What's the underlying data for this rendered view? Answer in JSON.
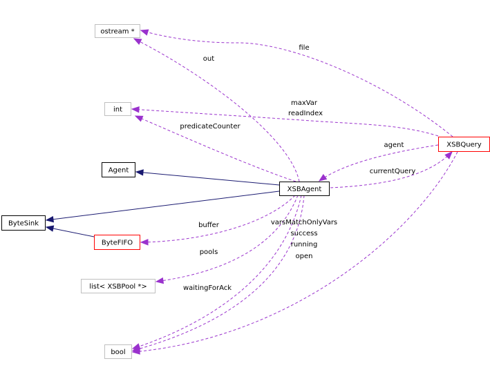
{
  "diagram": {
    "colors": {
      "inheritance": "#191970",
      "usage": "#9a32cd",
      "grey_border": "#bfbfbf",
      "red_border": "#ff0000",
      "focus_fill": "#000000",
      "focus_text": "#ffffff"
    },
    "nodes": [
      {
        "id": "ostream",
        "label": "ostream *",
        "style": "grey"
      },
      {
        "id": "int",
        "label": "int",
        "style": "grey"
      },
      {
        "id": "agent",
        "label": "Agent",
        "style": "black"
      },
      {
        "id": "bytesink",
        "label": "ByteSink",
        "style": "black"
      },
      {
        "id": "bytefifo",
        "label": "ByteFIFO",
        "style": "red"
      },
      {
        "id": "list",
        "label": "list< XSBPool *>",
        "style": "grey"
      },
      {
        "id": "bool",
        "label": "bool",
        "style": "grey"
      },
      {
        "id": "xsbagent",
        "label": "XSBAgent",
        "style": "focus"
      },
      {
        "id": "xsbquery",
        "label": "XSBQuery",
        "style": "red"
      }
    ],
    "edges": [
      {
        "id": "file",
        "from": "xsbquery",
        "to": "ostream",
        "kind": "usage",
        "label": "file"
      },
      {
        "id": "out",
        "from": "xsbagent",
        "to": "ostream",
        "kind": "usage",
        "label": "out"
      },
      {
        "id": "maxvar",
        "from": "xsbquery",
        "to": "int",
        "kind": "usage",
        "label": "maxVar\nreadIndex"
      },
      {
        "id": "predicatecounter",
        "from": "xsbagent",
        "to": "int",
        "kind": "usage",
        "label": "predicateCounter"
      },
      {
        "id": "agent-inherit",
        "from": "xsbagent",
        "to": "agent",
        "kind": "inheritance",
        "label": ""
      },
      {
        "id": "bytesink-inherit-xsb",
        "from": "xsbagent",
        "to": "bytesink",
        "kind": "inheritance",
        "label": ""
      },
      {
        "id": "bytesink-inherit-fifo",
        "from": "bytefifo",
        "to": "bytesink",
        "kind": "inheritance",
        "label": ""
      },
      {
        "id": "agent-ref",
        "from": "xsbquery",
        "to": "xsbagent",
        "kind": "usage",
        "label": "agent"
      },
      {
        "id": "currentquery",
        "from": "xsbagent",
        "to": "xsbquery",
        "kind": "usage",
        "label": "currentQuery"
      },
      {
        "id": "buffer",
        "from": "xsbagent",
        "to": "bytefifo",
        "kind": "usage",
        "label": "buffer"
      },
      {
        "id": "pools",
        "from": "xsbagent",
        "to": "list",
        "kind": "usage",
        "label": "pools"
      },
      {
        "id": "waitingforack",
        "from": "xsbagent",
        "to": "bool",
        "kind": "usage",
        "label": "waitingForAck"
      },
      {
        "id": "boolvars",
        "from": "xsbagent",
        "to": "bool",
        "kind": "usage",
        "label": "varsMatchOnlyVars\nsuccess\nrunning\nopen"
      },
      {
        "id": "bool-query",
        "from": "xsbquery",
        "to": "bool",
        "kind": "usage",
        "label": ""
      }
    ]
  }
}
